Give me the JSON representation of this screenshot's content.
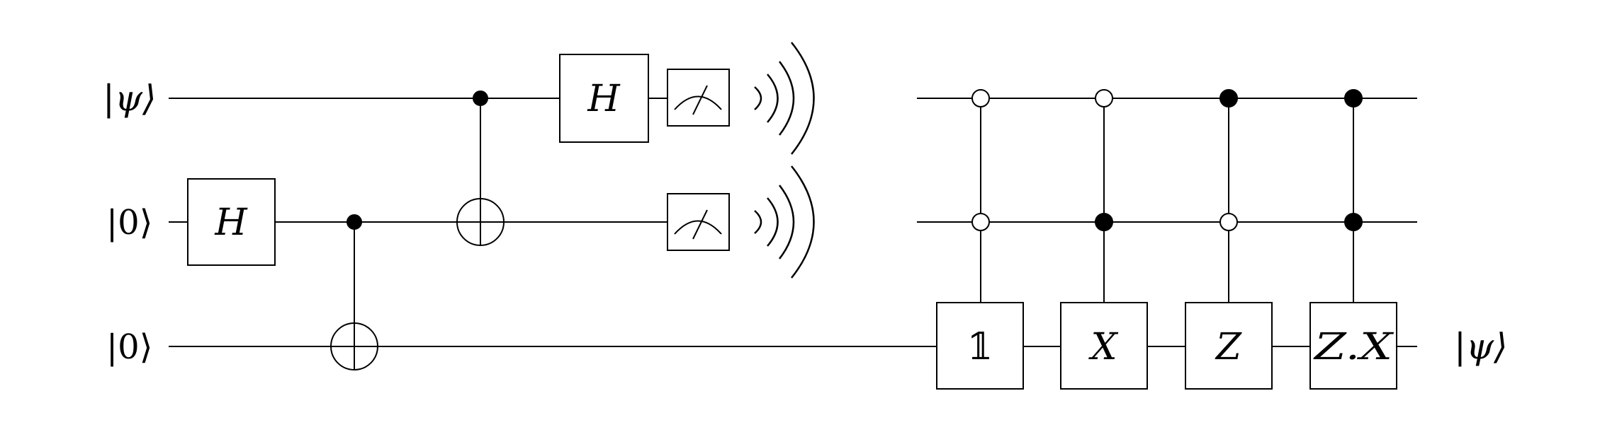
{
  "circuit": {
    "inputs": [
      "|ψ⟩",
      "|0⟩",
      "|0⟩"
    ],
    "output": "|ψ⟩",
    "gates": {
      "h_qubit0": "H",
      "h_qubit1": "H",
      "corr_identity": "𝟙",
      "corr_x": "X",
      "corr_z": "Z",
      "corr_zx": "Z.X"
    }
  }
}
